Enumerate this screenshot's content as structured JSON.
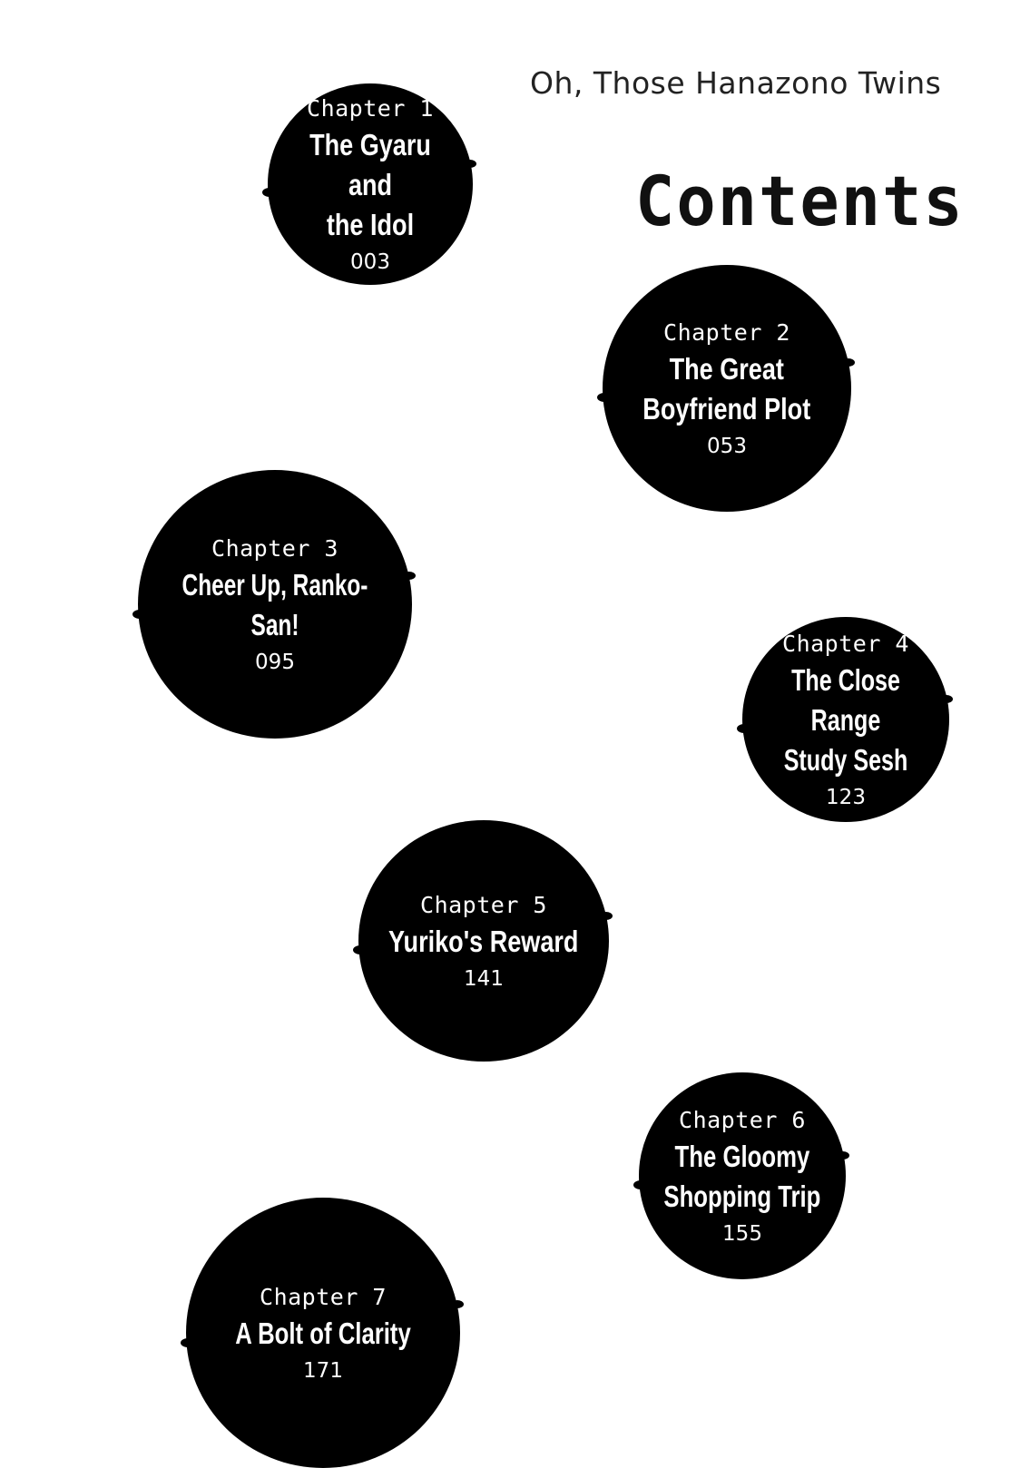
{
  "header": {
    "book_title": "Oh, Those Hanazono Twins",
    "contents_label": "Contents"
  },
  "chapters": [
    {
      "number": "Chapter 1",
      "title": "The Gyaru and\nthe Idol",
      "page": "003"
    },
    {
      "number": "Chapter 2",
      "title": "The Great\nBoyfriend Plot",
      "page": "053"
    },
    {
      "number": "Chapter 3",
      "title": "Cheer Up, Ranko-San!",
      "page": "095"
    },
    {
      "number": "Chapter 4",
      "title": "The Close Range\nStudy Sesh",
      "page": "123"
    },
    {
      "number": "Chapter 5",
      "title": "Yuriko's Reward",
      "page": "141"
    },
    {
      "number": "Chapter 6",
      "title": "The Gloomy\nShopping Trip",
      "page": "155"
    },
    {
      "number": "Chapter 7",
      "title": "A Bolt of Clarity",
      "page": "171"
    }
  ]
}
